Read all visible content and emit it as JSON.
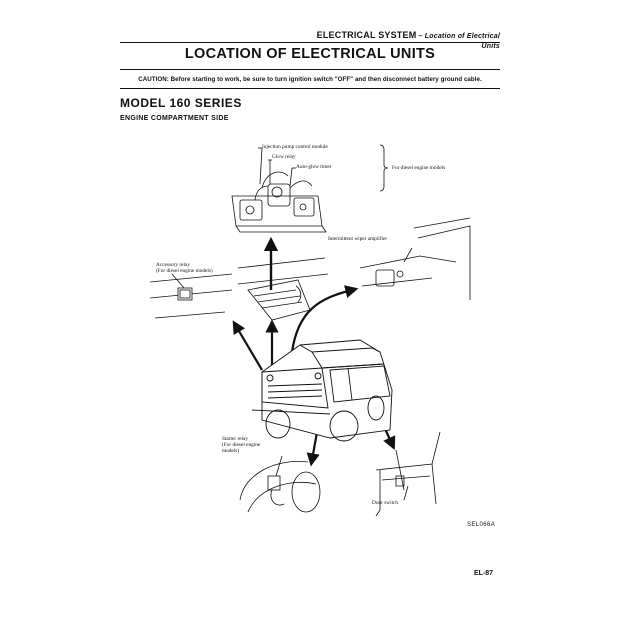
{
  "header": {
    "section": "ELECTRICAL SYSTEM",
    "dash": " – ",
    "subsection": "Location of Electrical Units"
  },
  "title": "LOCATION OF ELECTRICAL UNITS",
  "caution": "CAUTION:  Before starting to work, be sure to turn ignition switch \"OFF\" and then disconnect battery ground cable.",
  "model": "MODEL 160 SERIES",
  "section_heading": "ENGINE COMPARTMENT SIDE",
  "figure": {
    "labels": {
      "injection_pump": "Injection pump control module",
      "glow_relay": "Glow relay",
      "auto_glow_timer": "Auto-glow timer",
      "diesel_models": "For diesel engine models",
      "wiper_amplifier": "Intermittent wiper amplifier",
      "accessory_relay_1": "Accessory relay",
      "accessory_relay_2": "(For diesel engine models)",
      "starter_relay_1": "Starter relay",
      "starter_relay_2": "(For diesel engine",
      "starter_relay_3": "models)",
      "door_switch": "Door switch"
    },
    "figure_id": "SEL066A"
  },
  "page_number": "EL-87"
}
